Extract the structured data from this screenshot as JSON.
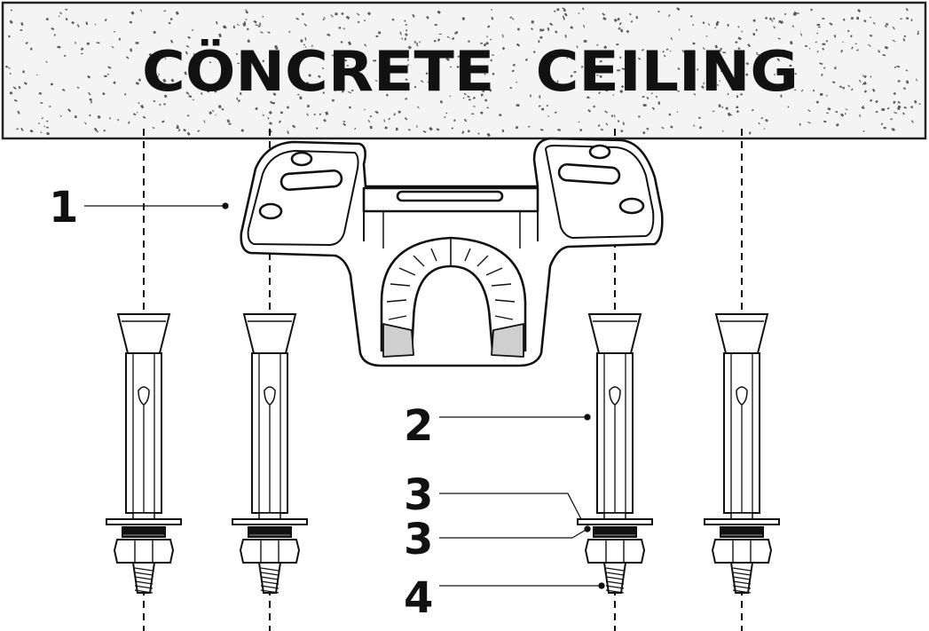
{
  "ceiling": {
    "label": "CÖNCRETE  CEILING"
  },
  "callouts": [
    {
      "number": "1"
    },
    {
      "number": "2"
    },
    {
      "number": "3"
    },
    {
      "number": "3"
    },
    {
      "number": "4"
    }
  ],
  "colors": {
    "line": "#111111",
    "concrete_fill": "#f4f4f4",
    "speckle": "#5a5a5a"
  }
}
